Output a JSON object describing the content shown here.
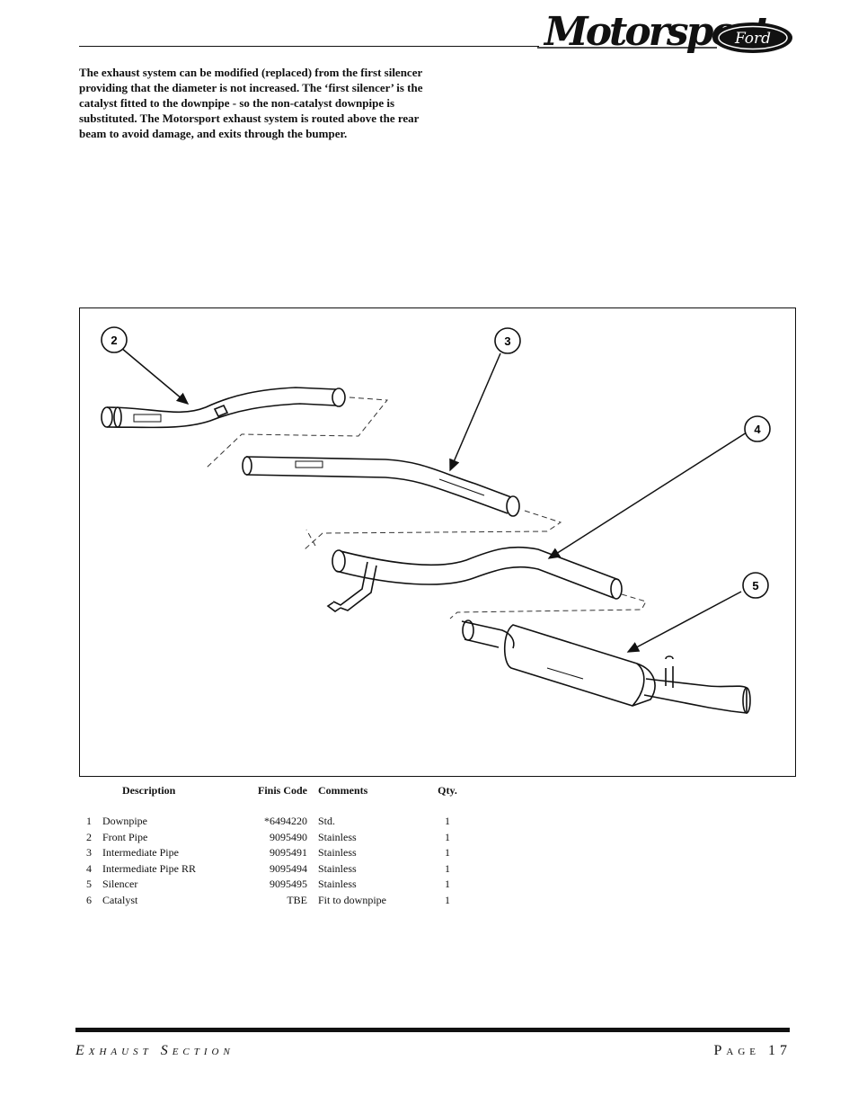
{
  "header": {
    "brand_script": "Motorsport",
    "logo_text": "Ford"
  },
  "intro": {
    "text": "The exhaust system can be modified (replaced) from the first silencer providing that the diameter is not increased. The ‘first silencer’ is the catalyst fitted to the downpipe - so the non-catalyst downpipe is substituted. The Motorsport exhaust system is routed above the rear beam to avoid damage, and exits through the bumper."
  },
  "figure": {
    "callouts": [
      "2",
      "3",
      "4",
      "5"
    ]
  },
  "table": {
    "headers": {
      "description": "Description",
      "finis_code": "Finis Code",
      "comments": "Comments",
      "qty": "Qty."
    },
    "rows": [
      {
        "no": "1",
        "description": "Downpipe",
        "code": "*6494220",
        "comments": "Std.",
        "qty": "1"
      },
      {
        "no": "2",
        "description": "Front Pipe",
        "code": "9095490",
        "comments": "Stainless",
        "qty": "1"
      },
      {
        "no": "3",
        "description": "Intermediate Pipe",
        "code": "9095491",
        "comments": "Stainless",
        "qty": "1"
      },
      {
        "no": "4",
        "description": "Intermediate Pipe RR",
        "code": "9095494",
        "comments": "Stainless",
        "qty": "1"
      },
      {
        "no": "5",
        "description": "Silencer",
        "code": "9095495",
        "comments": "Stainless",
        "qty": "1"
      },
      {
        "no": "6",
        "description": "Catalyst",
        "code": "TBE",
        "comments": "Fit to downpipe",
        "qty": "1"
      }
    ]
  },
  "footer": {
    "section": "Exhaust Section",
    "page": "Page 17"
  }
}
